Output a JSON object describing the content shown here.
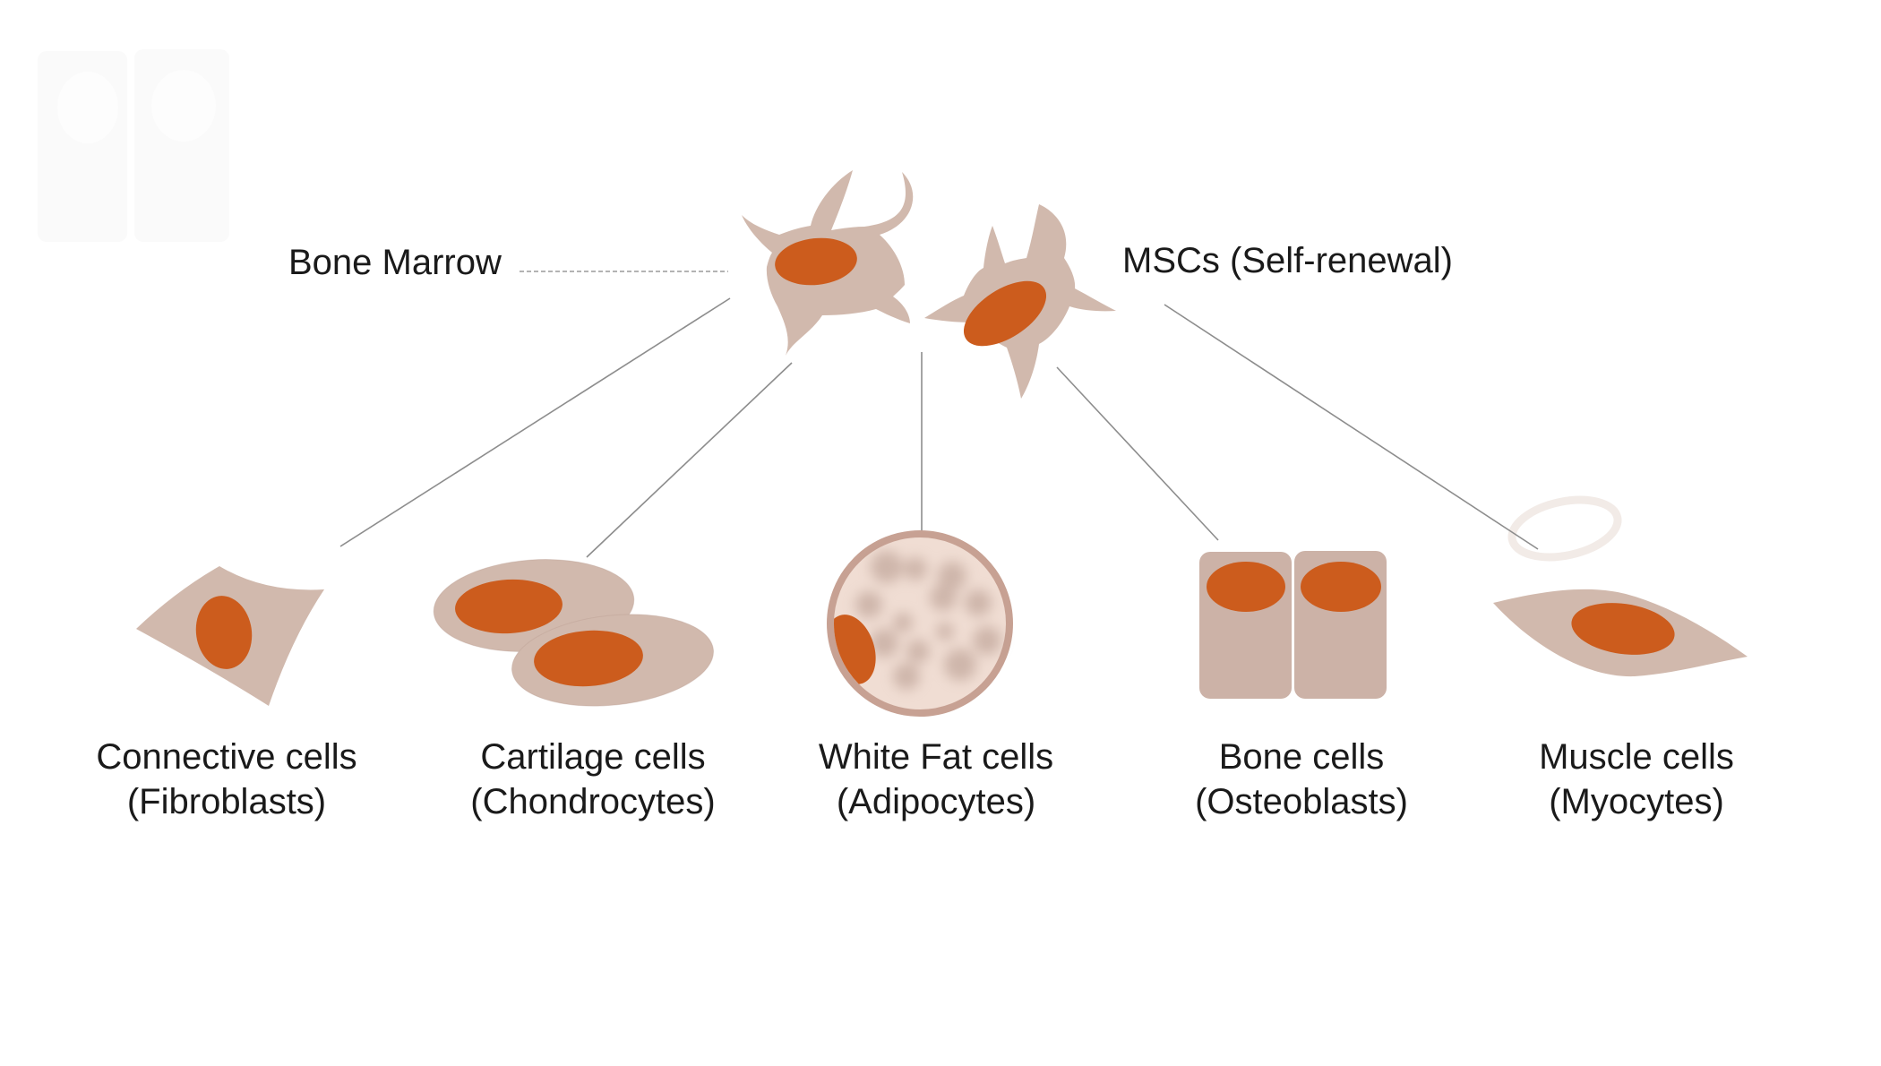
{
  "diagram": {
    "source_label": "Bone Marrow",
    "stem_cell_label": "MSCs (Self-renewal)",
    "cell_types": [
      {
        "name": "Connective cells",
        "subtype": "(Fibroblasts)"
      },
      {
        "name": "Cartilage cells",
        "subtype": "(Chondrocytes)"
      },
      {
        "name": "White Fat cells",
        "subtype": "(Adipocytes)"
      },
      {
        "name": "Bone cells",
        "subtype": "(Osteoblasts)"
      },
      {
        "name": "Muscle cells",
        "subtype": "(Myocytes)"
      }
    ],
    "connections": [
      {
        "from": "Bone Marrow",
        "to": "MSCs (Self-renewal)"
      },
      {
        "from": "MSCs (Self-renewal)",
        "to": "Connective cells (Fibroblasts)"
      },
      {
        "from": "MSCs (Self-renewal)",
        "to": "Cartilage cells (Chondrocytes)"
      },
      {
        "from": "MSCs (Self-renewal)",
        "to": "White Fat cells (Adipocytes)"
      },
      {
        "from": "MSCs (Self-renewal)",
        "to": "Bone cells (Osteoblasts)"
      },
      {
        "from": "MSCs (Self-renewal)",
        "to": "Muscle cells (Myocytes)"
      }
    ],
    "colors": {
      "cell_body": "#d1b9ad",
      "nucleus": "#cc5c1d",
      "adipocyte_inner": "#f0ddd3",
      "adipocyte_ring": "#c7a193",
      "adipocyte_spot": "#b3968a",
      "bone_cell_fill": "#ccb2a7",
      "connector_gray": "#8d8d8d",
      "text": "#1a1a1a",
      "watermark": "#fafafa"
    }
  }
}
